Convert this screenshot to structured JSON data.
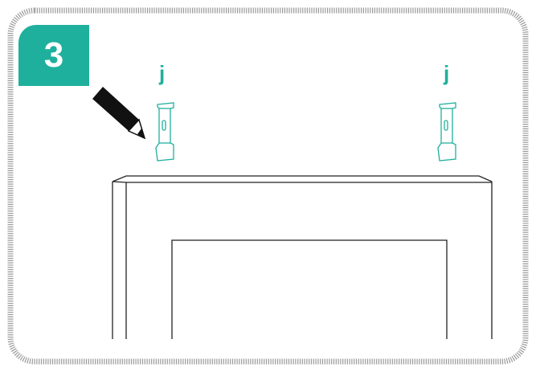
{
  "step": {
    "number": "3"
  },
  "parts": [
    {
      "label": "j"
    },
    {
      "label": "j"
    }
  ],
  "colors": {
    "accent": "#1fb09d",
    "line": "#222222",
    "border": "#9a9a9a"
  },
  "icons": {
    "pencil": "pencil-icon",
    "bracket": "wall-bracket-icon"
  }
}
